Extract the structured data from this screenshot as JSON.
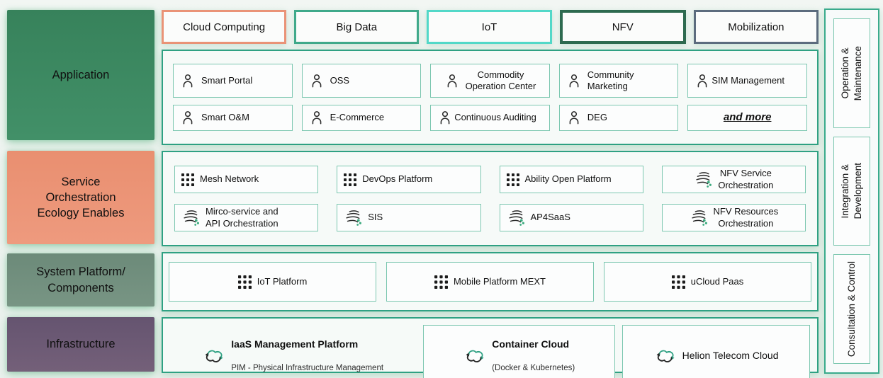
{
  "colors": {
    "application_block": "#3E8C63",
    "service_block": "#EC9377",
    "system_block": "#73907F",
    "infrastructure_block": "#6B5B73",
    "panel_border": "#2FA183",
    "item_border": "#7CC7B0",
    "tab_cloud_computing": "#EA9377",
    "tab_big_data": "#3FA98A",
    "tab_iot": "#52D8C8",
    "tab_nfv": "#2D6A4F",
    "tab_mobilization": "#5C6C7E",
    "accent_dot_green": "#3BAA7E"
  },
  "left_rail": {
    "application": "Application",
    "service": "Service\nOrchestration\nEcology Enables",
    "system": "System Platform/\nComponents",
    "infrastructure": "Infrastructure"
  },
  "tabs": [
    {
      "label": "Cloud Computing"
    },
    {
      "label": "Big Data"
    },
    {
      "label": "IoT"
    },
    {
      "label": "NFV"
    },
    {
      "label": "Mobilization"
    }
  ],
  "application_row": {
    "items": [
      {
        "label": "Smart Portal",
        "icon": "person-icon"
      },
      {
        "label": "OSS",
        "icon": "person-icon"
      },
      {
        "label": "Commodity\nOperation Center",
        "icon": "person-icon"
      },
      {
        "label": "Community\nMarketing",
        "icon": "person-icon"
      },
      {
        "label": "SIM Management",
        "icon": "person-icon"
      },
      {
        "label": "Smart O&M",
        "icon": "person-icon"
      },
      {
        "label": "E-Commerce",
        "icon": "person-icon"
      },
      {
        "label": "Continuous Auditing",
        "icon": "person-icon"
      },
      {
        "label": "DEG",
        "icon": "person-icon"
      },
      {
        "label": "and more",
        "icon": "none"
      }
    ]
  },
  "service_row": {
    "items": [
      {
        "label": "Mesh Network",
        "icon": "grid-icon"
      },
      {
        "label": "DevOps Platform",
        "icon": "grid-icon"
      },
      {
        "label": "Ability Open Platform",
        "icon": "grid-icon"
      },
      {
        "label": "NFV Service\nOrchestration",
        "icon": "orchestration-icon"
      },
      {
        "label": "Mirco-service and\nAPI Orchestration",
        "icon": "orchestration-icon"
      },
      {
        "label": "SIS",
        "icon": "orchestration-icon"
      },
      {
        "label": "AP4SaaS",
        "icon": "orchestration-icon"
      },
      {
        "label": "NFV Resources\nOrchestration",
        "icon": "orchestration-icon"
      }
    ]
  },
  "system_row": {
    "items": [
      {
        "label": "IoT Platform",
        "icon": "grid-icon"
      },
      {
        "label": "Mobile Platform MEXT",
        "icon": "grid-icon"
      },
      {
        "label": "uCloud Paas",
        "icon": "grid-icon"
      }
    ]
  },
  "infrastructure_row": {
    "items": [
      {
        "title": "IaaS Management Platform",
        "subtitle": "PIM - Physical Infrastructure Management",
        "icon": "cloud-sync-icon"
      },
      {
        "title": "Container Cloud",
        "subtitle": "(Docker & Kubernetes)",
        "icon": "cloud-sync-icon"
      },
      {
        "title": "Helion Telecom Cloud",
        "subtitle": "",
        "icon": "cloud-sync-icon"
      }
    ]
  },
  "right_rail": {
    "items": [
      {
        "label": "Operation &\nMaintenance"
      },
      {
        "label": "Integration &\nDevelopment"
      },
      {
        "label": "Consultation & Control"
      }
    ]
  }
}
